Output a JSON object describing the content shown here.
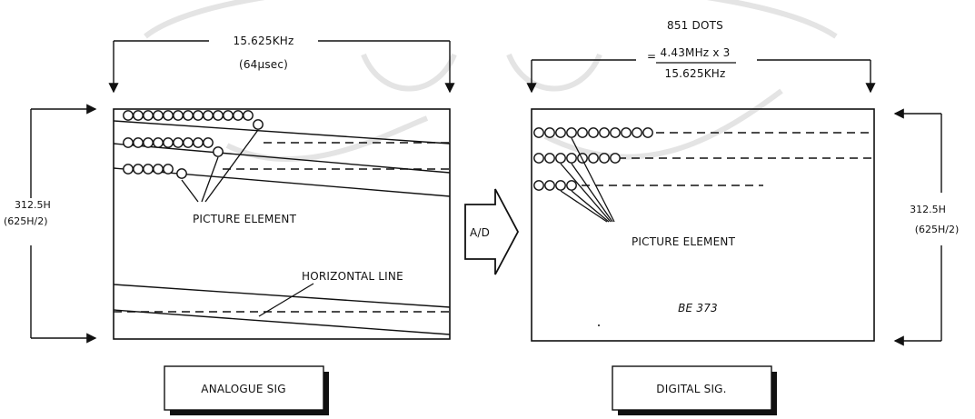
{
  "left": {
    "freq": "15.625KHz",
    "period": "(64µsec)",
    "vertical": "312.5H",
    "vertical_sub": "(625H/2)",
    "picture_element": "PICTURE ELEMENT",
    "horizontal_line": "HORIZONTAL LINE",
    "caption": "ANALOGUE SIG"
  },
  "converter": {
    "label": "A/D"
  },
  "right": {
    "dots": "851 DOTS",
    "formula_prefix": "=",
    "formula_num": "4.43MHz x 3",
    "formula_den": "15.625KHz",
    "vertical": "312.5H",
    "vertical_sub": "(625H/2)",
    "picture_element": "PICTURE ELEMENT",
    "code": "BE 373",
    "caption": "DIGITAL SIG."
  }
}
